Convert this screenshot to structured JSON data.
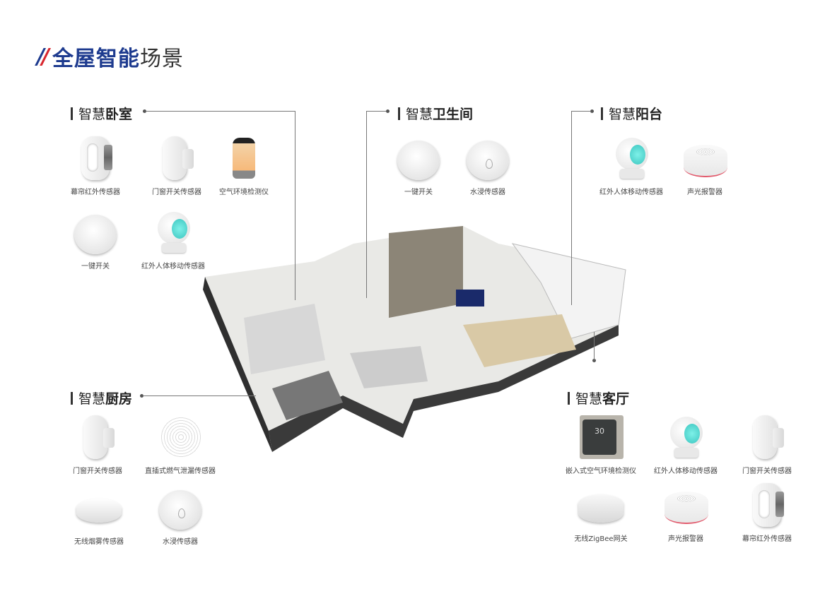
{
  "title": {
    "bold": "全屋智能",
    "regular": "场景"
  },
  "sections": [
    {
      "id": "bedroom",
      "prefix": "智慧",
      "name": "卧室",
      "items": [
        {
          "label": "幕帘红外传感器",
          "icon": "curtain-sensor"
        },
        {
          "label": "门窗开关传感器",
          "icon": "door-sensor"
        },
        {
          "label": "空气环境检测仪",
          "icon": "air-monitor"
        },
        {
          "label": "一键开关",
          "icon": "button-switch"
        },
        {
          "label": "红外人体移动传感器",
          "icon": "motion-sensor"
        }
      ]
    },
    {
      "id": "bathroom",
      "prefix": "智慧",
      "name": "卫生间",
      "items": [
        {
          "label": "一键开关",
          "icon": "button-switch"
        },
        {
          "label": "水浸传感器",
          "icon": "water-sensor"
        }
      ]
    },
    {
      "id": "balcony",
      "prefix": "智慧",
      "name": "阳台",
      "items": [
        {
          "label": "红外人体移动传感器",
          "icon": "motion-sensor"
        },
        {
          "label": "声光报警器",
          "icon": "siren"
        }
      ]
    },
    {
      "id": "kitchen",
      "prefix": "智慧",
      "name": "厨房",
      "items": [
        {
          "label": "门窗开关传感器",
          "icon": "door-sensor"
        },
        {
          "label": "直插式燃气泄漏传感器",
          "icon": "gas-sensor"
        },
        {
          "label": "无线烟雾传感器",
          "icon": "smoke-sensor"
        },
        {
          "label": "水浸传感器",
          "icon": "water-sensor"
        }
      ]
    },
    {
      "id": "living",
      "prefix": "智慧",
      "name": "客厅",
      "items": [
        {
          "label": "嵌入式空气环境检测仪",
          "icon": "panel-monitor",
          "display": "30"
        },
        {
          "label": "红外人体移动传感器",
          "icon": "motion-sensor"
        },
        {
          "label": "门窗开关传感器",
          "icon": "door-sensor"
        },
        {
          "label": "无线ZigBee网关",
          "icon": "gateway"
        },
        {
          "label": "声光报警器",
          "icon": "siren"
        },
        {
          "label": "幕帘红外传感器",
          "icon": "curtain-sensor"
        }
      ]
    }
  ]
}
